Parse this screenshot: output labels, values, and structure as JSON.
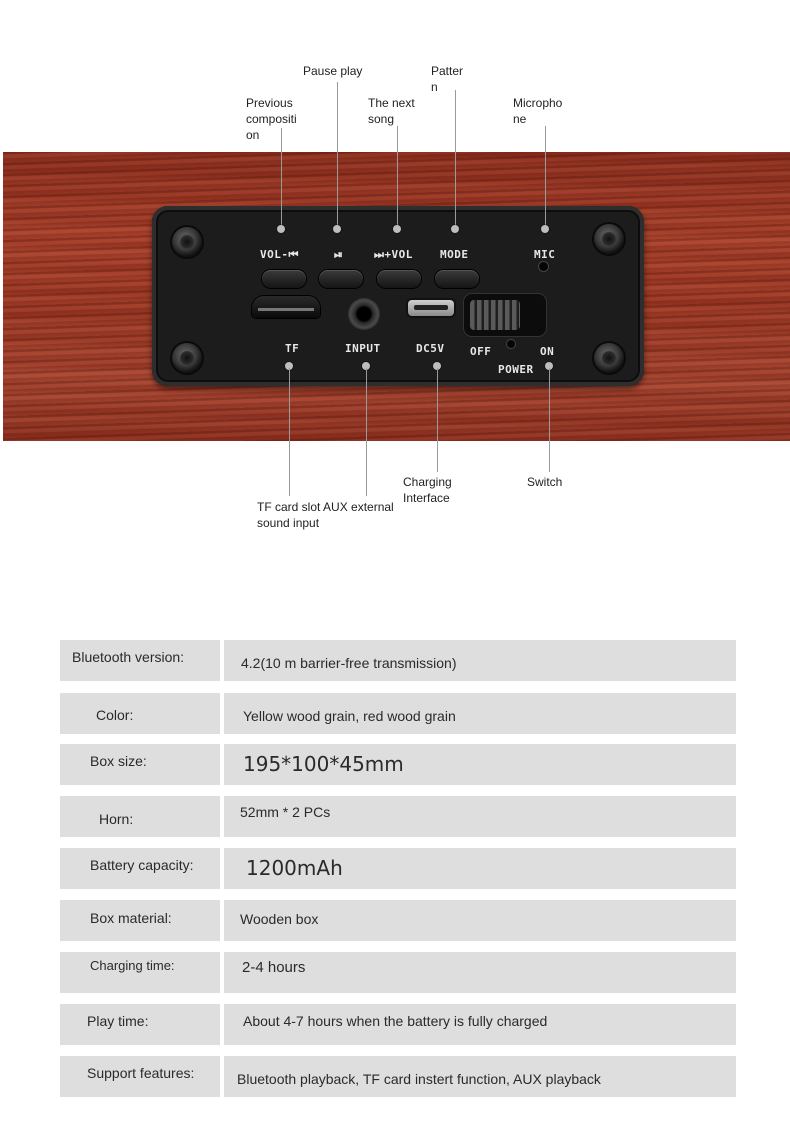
{
  "diagram": {
    "callouts": {
      "pause_play": "Pause play",
      "previous": "Previous\ncompositi\non",
      "next_song": "The next\nsong",
      "pattern": "Patter\nn",
      "microphone": "Micropho\nne",
      "tf_aux": "TF card slot AUX external\nsound input",
      "charging": "Charging\nInterface",
      "switch": "Switch"
    },
    "panel_labels": {
      "vol_prev": "VOL-⏮",
      "play_pause": "⏯",
      "next_vol": "⏭+VOL",
      "mode": "MODE",
      "mic": "MIC",
      "tf": "TF",
      "input": "INPUT",
      "dc5v": "DC5V",
      "off": "OFF",
      "on": "ON",
      "power": "POWER"
    }
  },
  "specs": {
    "rows": [
      {
        "label": "Bluetooth version:",
        "value": "4.2(10 m barrier-free transmission)"
      },
      {
        "label": "Color:",
        "value": "Yellow wood grain, red wood grain"
      },
      {
        "label": "Box size:",
        "value": "195*100*45mm"
      },
      {
        "label": "Horn:",
        "value": "52mm * 2 PCs"
      },
      {
        "label": "Battery capacity:",
        "value": "1200mAh"
      },
      {
        "label": "Box material:",
        "value": "Wooden box"
      },
      {
        "label": "Charging time:",
        "value": "2-4 hours"
      },
      {
        "label": "Play time:",
        "value": "About 4-7 hours when the battery is fully charged"
      },
      {
        "label": "Support features:",
        "value": "Bluetooth playback, TF card instert function, AUX playback"
      }
    ]
  },
  "colors": {
    "wood": "#9a3825",
    "panel": "#1c1c1c",
    "table_cell": "#dedede"
  }
}
